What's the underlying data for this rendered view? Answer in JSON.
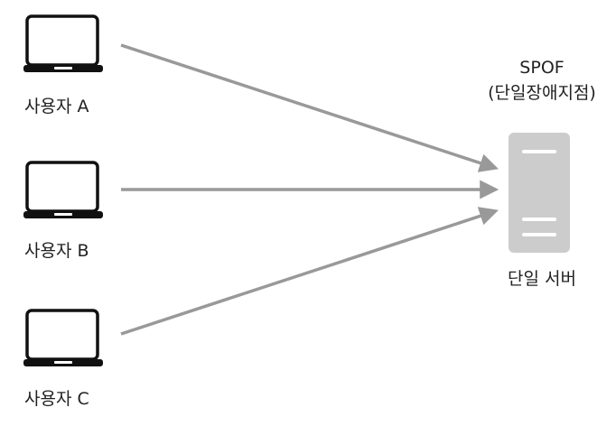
{
  "users": [
    {
      "label": "사용자 A"
    },
    {
      "label": "사용자 B"
    },
    {
      "label": "사용자 C"
    }
  ],
  "server": {
    "label": "단일 서버",
    "spof_title": "SPOF",
    "spof_subtitle": "(단일장애지점)"
  },
  "icons": {
    "user_device": "laptop-icon",
    "server": "server-tower-icon"
  },
  "colors": {
    "arrow": "#999999",
    "server": "#cccccc",
    "server_slot": "#ffffff",
    "laptop": "#111111",
    "text": "#222222"
  }
}
